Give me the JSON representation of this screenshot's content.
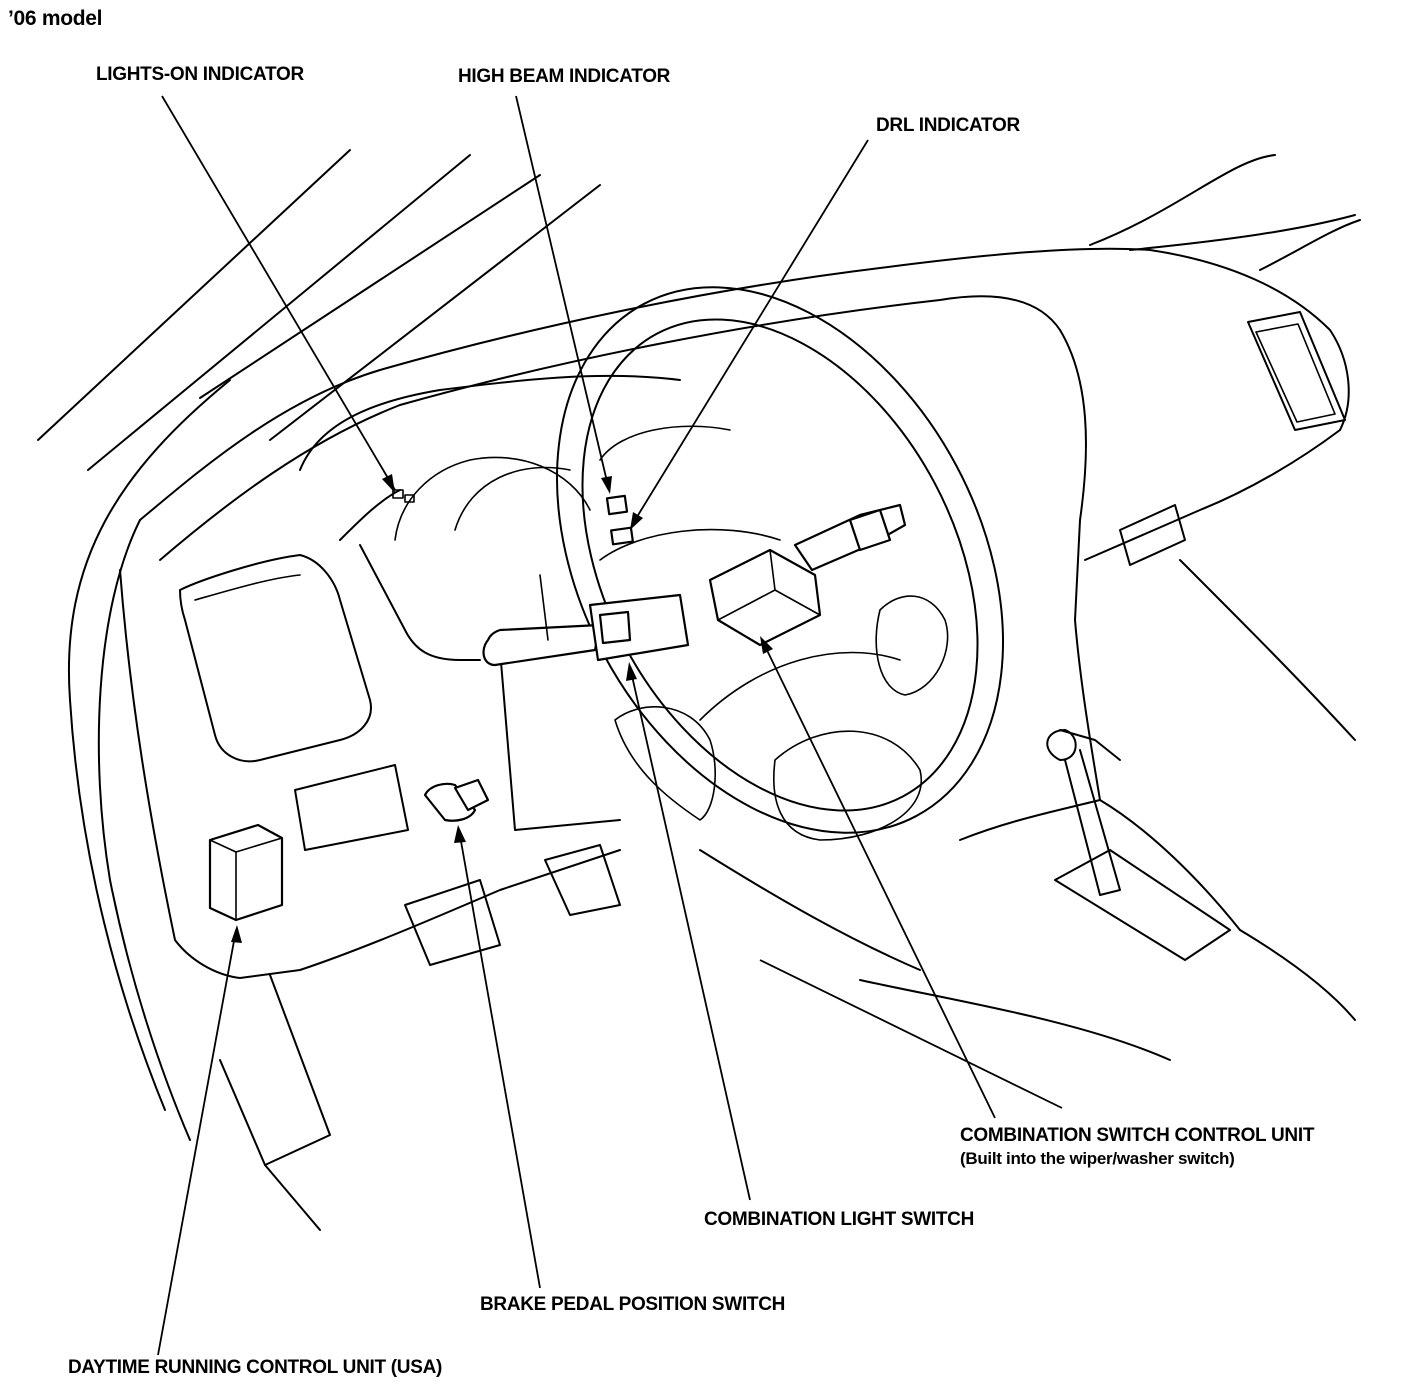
{
  "model_label": "’06 model",
  "callouts": {
    "lights_on_indicator": "LIGHTS-ON INDICATOR",
    "high_beam_indicator": "HIGH BEAM INDICATOR",
    "drl_indicator": "DRL INDICATOR",
    "combination_switch_control_unit": "COMBINATION SWITCH CONTROL UNIT",
    "combination_switch_control_unit_note": "(Built into the wiper/washer switch)",
    "combination_light_switch": "COMBINATION LIGHT SWITCH",
    "brake_pedal_position_switch": "BRAKE PEDAL POSITION SWITCH",
    "daytime_running_control_unit": "DAYTIME RUNNING CONTROL UNIT (USA)"
  }
}
